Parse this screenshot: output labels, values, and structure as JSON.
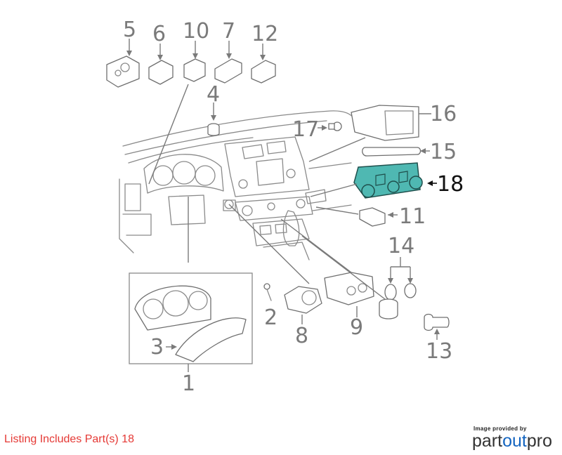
{
  "diagram": {
    "callouts": [
      {
        "id": "5",
        "text": "5"
      },
      {
        "id": "6",
        "text": "6"
      },
      {
        "id": "10",
        "text": "10"
      },
      {
        "id": "7",
        "text": "7"
      },
      {
        "id": "12",
        "text": "12"
      },
      {
        "id": "4",
        "text": "4"
      },
      {
        "id": "17",
        "text": "17"
      },
      {
        "id": "16",
        "text": "16"
      },
      {
        "id": "15",
        "text": "15"
      },
      {
        "id": "18",
        "text": "18"
      },
      {
        "id": "11",
        "text": "11"
      },
      {
        "id": "14",
        "text": "14"
      },
      {
        "id": "2",
        "text": "2"
      },
      {
        "id": "8",
        "text": "8"
      },
      {
        "id": "9",
        "text": "9"
      },
      {
        "id": "3",
        "text": "3"
      },
      {
        "id": "1",
        "text": "1"
      },
      {
        "id": "13",
        "text": "13"
      }
    ],
    "highlight_color": "#4fb8b2",
    "highlighted_part": "18"
  },
  "listing": {
    "text": "Listing Includes Part(s) 18",
    "color": "#e53935"
  },
  "brand": {
    "caption": "Image provided by",
    "name_part1": "part",
    "name_part2": "out",
    "name_part3": "pro"
  }
}
